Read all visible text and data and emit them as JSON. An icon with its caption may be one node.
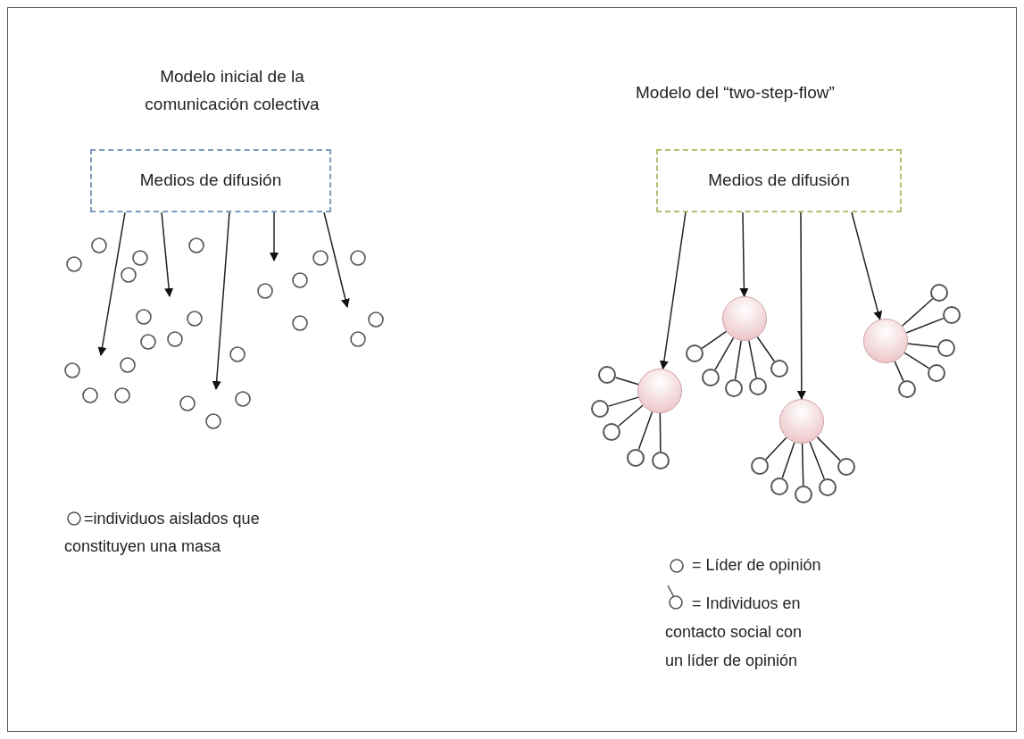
{
  "diagram": {
    "nodes": [
      {
        "text": [
          "Medios de difusión"
        ]
      },
      {
        "text": [
          "Medios de difusión"
        ]
      },
      {
        "text": [],
        "shape": "circle"
      },
      {
        "text": [],
        "shape": "circle"
      },
      {
        "text": [],
        "shape": "circle"
      },
      {
        "text": [],
        "shape": "circle"
      },
      {
        "text": [],
        "shape": "circle"
      },
      {
        "text": [],
        "shape": "circle"
      },
      {
        "text": [],
        "shape": "circle"
      },
      {
        "text": [],
        "shape": "circle"
      },
      {
        "text": [],
        "shape": "circle"
      },
      {
        "text": [],
        "shape": "circle"
      },
      {
        "text": [],
        "shape": "circle"
      },
      {
        "text": [],
        "shape": "circle"
      },
      {
        "text": [],
        "shape": "circle"
      },
      {
        "text": [],
        "shape": "circle"
      },
      {
        "text": [],
        "shape": "circle"
      },
      {
        "text": [],
        "shape": "circle"
      },
      {
        "text": [],
        "shape": "circle"
      },
      {
        "text": [],
        "shape": "circle"
      },
      {
        "text": [],
        "shape": "circle"
      },
      {
        "text": [],
        "shape": "circle"
      },
      {
        "text": [],
        "shape": "circle"
      },
      {
        "text": [],
        "shape": "circle"
      },
      {
        "text": [],
        "shape": "circle"
      },
      {
        "text": [],
        "shape": "circle"
      }
    ],
    "edges": [
      {
        "from": 0,
        "to": null,
        "arrow": "to"
      },
      {
        "from": 0,
        "to": null,
        "arrow": "to"
      },
      {
        "from": 0,
        "to": null,
        "arrow": "to"
      },
      {
        "from": 0,
        "to": null,
        "arrow": "to"
      },
      {
        "from": 0,
        "to": null,
        "arrow": "to"
      },
      {
        "from": 1,
        "to": 2,
        "arrow": "to"
      },
      {
        "from": 1,
        "to": 3,
        "arrow": "to"
      },
      {
        "from": 1,
        "to": 4,
        "arrow": "to"
      },
      {
        "from": 1,
        "to": 5,
        "arrow": "to"
      },
      {
        "from": 2,
        "to": 6,
        "arrow": "none"
      },
      {
        "from": 2,
        "to": 7,
        "arrow": "none"
      },
      {
        "from": 2,
        "to": 8,
        "arrow": "none"
      },
      {
        "from": 2,
        "to": 9,
        "arrow": "none"
      },
      {
        "from": 2,
        "to": 10,
        "arrow": "none"
      },
      {
        "from": 3,
        "to": 11,
        "arrow": "none"
      },
      {
        "from": 3,
        "to": 12,
        "arrow": "none"
      },
      {
        "from": 3,
        "to": 13,
        "arrow": "none"
      },
      {
        "from": 3,
        "to": 14,
        "arrow": "none"
      },
      {
        "from": 3,
        "to": 15,
        "arrow": "none"
      },
      {
        "from": 4,
        "to": 16,
        "arrow": "none"
      },
      {
        "from": 4,
        "to": 17,
        "arrow": "none"
      },
      {
        "from": 4,
        "to": 18,
        "arrow": "none"
      },
      {
        "from": 4,
        "to": 19,
        "arrow": "none"
      },
      {
        "from": 4,
        "to": 20,
        "arrow": "none"
      },
      {
        "from": 5,
        "to": 21,
        "arrow": "none"
      },
      {
        "from": 5,
        "to": 22,
        "arrow": "none"
      },
      {
        "from": 5,
        "to": 23,
        "arrow": "none"
      },
      {
        "from": 5,
        "to": 24,
        "arrow": "none"
      },
      {
        "from": 5,
        "to": 25,
        "arrow": "none"
      }
    ],
    "labels": [
      "Modelo inicial de la comunicación colectiva",
      "Modelo del “two-step-flow”"
    ],
    "legend": [
      {
        "text": "=individuos aislados que constituyen una masa"
      },
      {
        "text": "= Líder de opinión"
      },
      {
        "text": "= Individuos en contacto social con un líder de opinión"
      }
    ]
  }
}
